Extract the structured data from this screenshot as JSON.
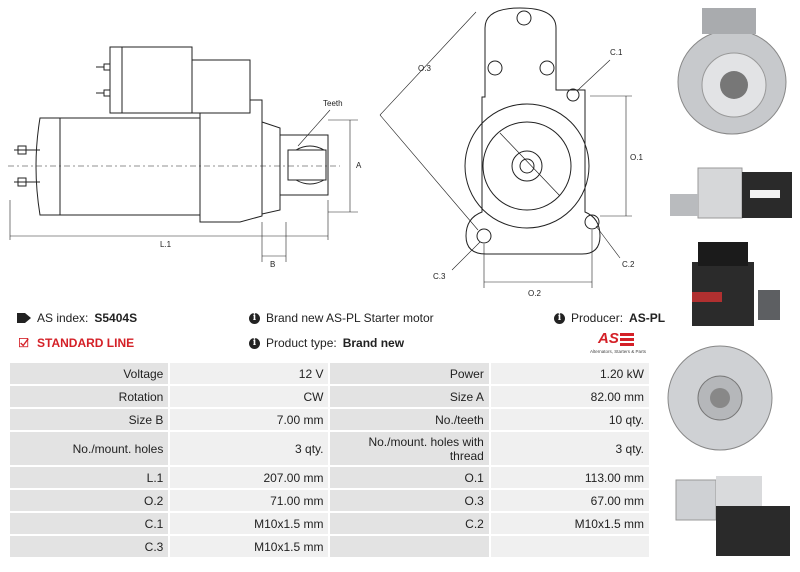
{
  "drawing": {
    "side_view": {
      "teeth": "Teeth",
      "a": "A",
      "b": "B",
      "l1": "L.1"
    },
    "front_view": {
      "o3": "O.3",
      "c1": "C.1",
      "o1": "O.1",
      "c3": "C.3",
      "c2": "C.2",
      "o2": "O.2"
    }
  },
  "header": {
    "as_index_label": "AS index:",
    "as_index_value": "S5404S",
    "standard_line": "STANDARD LINE",
    "description": "Brand new AS-PL Starter motor",
    "product_type_label": "Product type:",
    "product_type_value": "Brand new",
    "producer_label": "Producer:",
    "producer_value": "AS-PL",
    "logo_text": "AS",
    "logo_subtitle": "Alternators, Starters & Parts"
  },
  "specs": [
    {
      "l1": "Voltage",
      "v1": "12 V",
      "l2": "Power",
      "v2": "1.20 kW"
    },
    {
      "l1": "Rotation",
      "v1": "CW",
      "l2": "Size A",
      "v2": "82.00 mm"
    },
    {
      "l1": "Size B",
      "v1": "7.00 mm",
      "l2": "No./teeth",
      "v2": "10 qty."
    },
    {
      "l1": "No./mount. holes",
      "v1": "3 qty.",
      "l2": "No./mount. holes with thread",
      "v2": "3 qty."
    },
    {
      "l1": "L.1",
      "v1": "207.00 mm",
      "l2": "O.1",
      "v2": "113.00 mm"
    },
    {
      "l1": "O.2",
      "v1": "71.00 mm",
      "l2": "O.3",
      "v2": "67.00 mm"
    },
    {
      "l1": "C.1",
      "v1": "M10x1.5 mm",
      "l2": "C.2",
      "v2": "M10x1.5 mm"
    },
    {
      "l1": "C.3",
      "v1": "M10x1.5 mm",
      "l2": "",
      "v2": ""
    }
  ]
}
